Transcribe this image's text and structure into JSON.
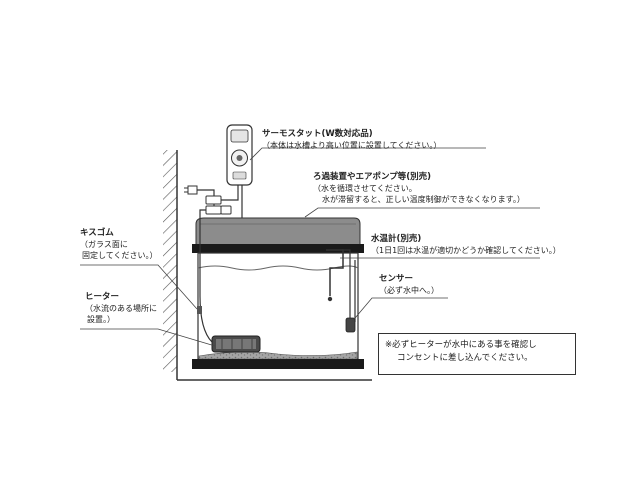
{
  "labels": {
    "thermostat": {
      "title": "サーモスタット(W数対応品)",
      "note": "（本体は水槽より高い位置に設置してください。）"
    },
    "filter": {
      "title": "ろ過装置やエアポンプ等(別売)",
      "note1": "（水を循環させてください。",
      "note2": "水が滞留すると、正しい温度制御ができなくなります。）"
    },
    "kisugomu": {
      "title": "キスゴム",
      "note1": "（ガラス面に",
      "note2": "固定してください。）"
    },
    "thermometer": {
      "title": "水温計(別売)",
      "note": "（1日1回は水温が適切かどうか確認してください。）"
    },
    "sensor": {
      "title": "センサー",
      "note": "（必ず水中へ。）"
    },
    "heater": {
      "title": "ヒーター",
      "note1": "（水流のある場所に",
      "note2": "設置。）"
    }
  },
  "notice": {
    "line1": "※必ずヒーターが水中にある事を確認し",
    "line2": "コンセントに差し込んでください。"
  },
  "colors": {
    "line": "#333333",
    "lid": "#8c8c8c",
    "rim": "#1a1a1a",
    "gravel": "#9a9a9a",
    "base": "#1a1a1a",
    "wall_hatch": "#555555"
  }
}
